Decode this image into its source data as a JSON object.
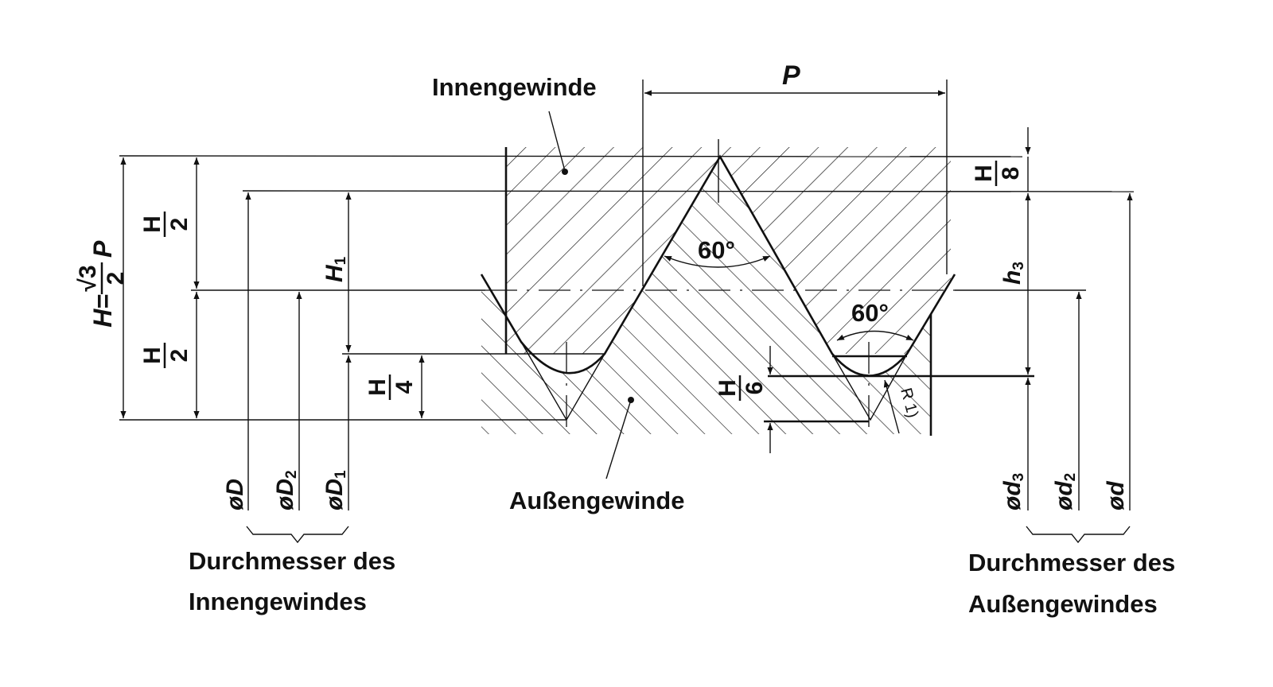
{
  "labels": {
    "internal_thread": "Innengewinde",
    "external_thread": "Außengewinde",
    "internal_diameters_line1": "Durchmesser des",
    "internal_diameters_line2": "Innengewindes",
    "external_diameters_line1": "Durchmesser des",
    "external_diameters_line2": "Außengewindes"
  },
  "dimensions": {
    "pitch": "P",
    "height_formula": {
      "lhs": "H=",
      "num": "√3",
      "den": "2",
      "rhs": "P"
    },
    "half_top": {
      "num": "H",
      "den": "2"
    },
    "half_bottom": {
      "num": "H",
      "den": "2"
    },
    "quarter": {
      "num": "H",
      "den": "4"
    },
    "eighth": {
      "num": "H",
      "den": "8"
    },
    "sixth": {
      "num": "H",
      "den": "6"
    },
    "H1": {
      "main": "H",
      "sub": "1"
    },
    "h3": {
      "main": "h",
      "sub": "3"
    },
    "angle_upper": "60°",
    "angle_lower": "60°",
    "radius": "R 1)"
  },
  "diameters": {
    "D": {
      "main": "øD",
      "sub": ""
    },
    "D2": {
      "main": "øD",
      "sub": "2"
    },
    "D1": {
      "main": "øD",
      "sub": "1"
    },
    "d3": {
      "main": "ød",
      "sub": "3"
    },
    "d2": {
      "main": "ød",
      "sub": "2"
    },
    "d": {
      "main": "ød",
      "sub": ""
    }
  },
  "colors": {
    "line": "#111111",
    "background": "#ffffff"
  }
}
